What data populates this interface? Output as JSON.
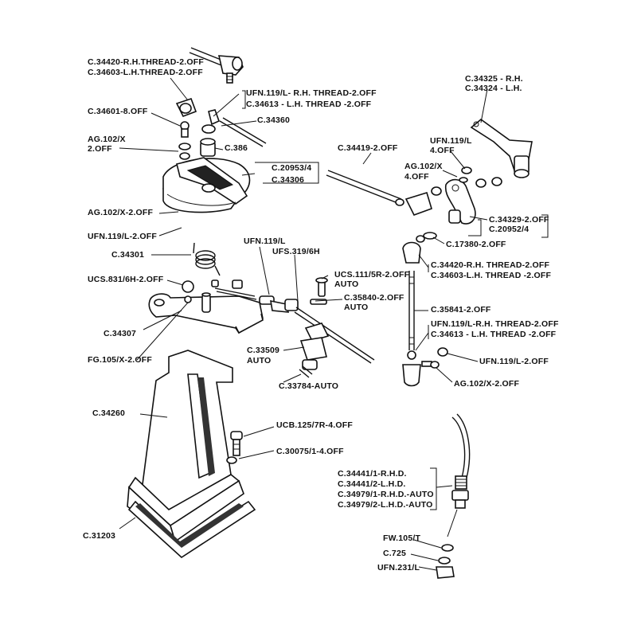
{
  "labels": {
    "l01": "C.34420-R.H.THREAD-2.OFF",
    "l02": "C.34603-L.H.THREAD-2.OFF",
    "l03": "UFN.119/L- R.H. THREAD-2.OFF",
    "l04": "C.34613  -  L.H. THREAD -2.OFF",
    "l05": "C.34601-8.OFF",
    "l06": "C.34360",
    "l07": "AG.102/X",
    "l08": "2.OFF",
    "l09": "C.386",
    "l10": "C.20953/4",
    "l11": "C.34306",
    "l12": "AG.102/X-2.OFF",
    "l13": "UFN.119/L-2.OFF",
    "l14": "C.34301",
    "l15": "UFN.119/L",
    "l16": "UFS.319/6H",
    "l17": "UCS.831/6H-2.OFF",
    "l18": "UCS.111/5R-2.OFF",
    "l19": "AUTO",
    "l20": "C.35840-2.OFF",
    "l21": "AUTO",
    "l22": "C.34307",
    "l23": "C.33509",
    "l24": "AUTO",
    "l25": "FG.105/X-2.OFF",
    "l26": "C.33784-AUTO",
    "l27": "C.34260",
    "l28": "UCB.125/7R-4.OFF",
    "l29": "C.30075/1-4.OFF",
    "l30": "C.31203",
    "l31": "C.34325 - R.H.",
    "l32": "C.34324 - L.H.",
    "l33": "C.34419-2.OFF",
    "l34": "UFN.119/L",
    "l35": "4.OFF",
    "l36": "AG.102/X",
    "l37": "4.OFF",
    "l38": "C.34329-2.OFF",
    "l39": "C.20952/4",
    "l40": "C.17380-2.OFF",
    "l41": "C.34420-R.H. THREAD-2.OFF",
    "l42": "C.34603-L.H. THREAD -2.OFF",
    "l43": "C.35841-2.OFF",
    "l44": "UFN.119/L-R.H. THREAD-2.OFF",
    "l45": "C.34613  -  L.H. THREAD -2.OFF",
    "l46": "UFN.119/L-2.OFF",
    "l47": "AG.102/X-2.OFF",
    "l48": "C.34441/1-R.H.D.",
    "l49": "C.34441/2-L.H.D.",
    "l50": "C.34979/1-R.H.D.-AUTO",
    "l51": "C.34979/2-L.H.D.-AUTO",
    "l52": "FW.105/T",
    "l53": "C.725",
    "l54": "UFN.231/L"
  }
}
